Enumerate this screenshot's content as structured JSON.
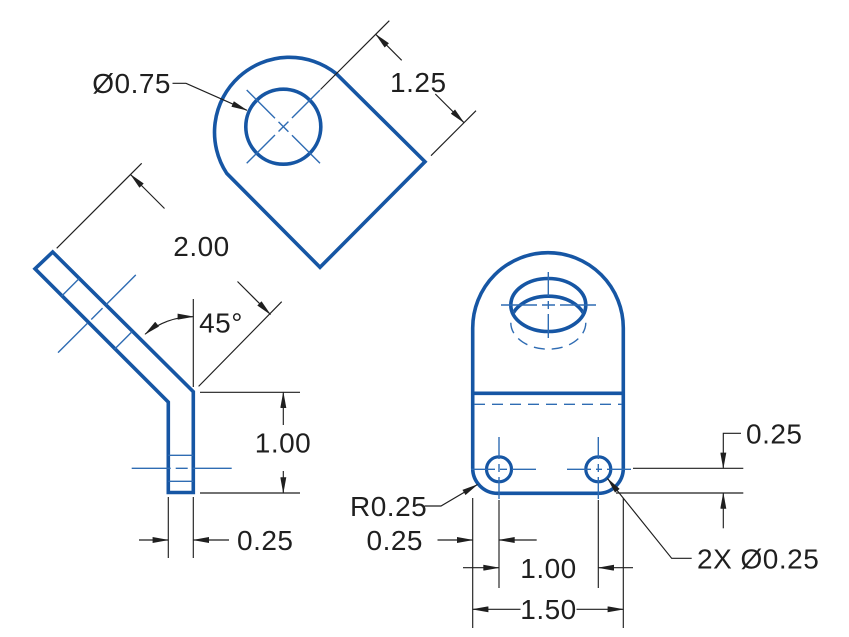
{
  "drawing": {
    "background": "#ffffff",
    "colors": {
      "part_line": "#1656a4",
      "centerline": "#2f6cb3",
      "dimension": "#1f1f1f"
    },
    "views": {
      "auxiliary": {
        "hole_callout": "Ø0.75",
        "hole_to_edge": "1.25"
      },
      "side": {
        "arm_length": "2.00",
        "bend_angle": "45°",
        "leg_height": "1.00",
        "thickness": "0.25"
      },
      "front": {
        "corner_radius": "R0.25",
        "edge_to_hole": "0.25",
        "hole_spacing": "1.00",
        "overall_width": "1.50",
        "hole_to_bottom": "0.25",
        "small_hole_callout": "2X Ø0.25"
      }
    }
  }
}
